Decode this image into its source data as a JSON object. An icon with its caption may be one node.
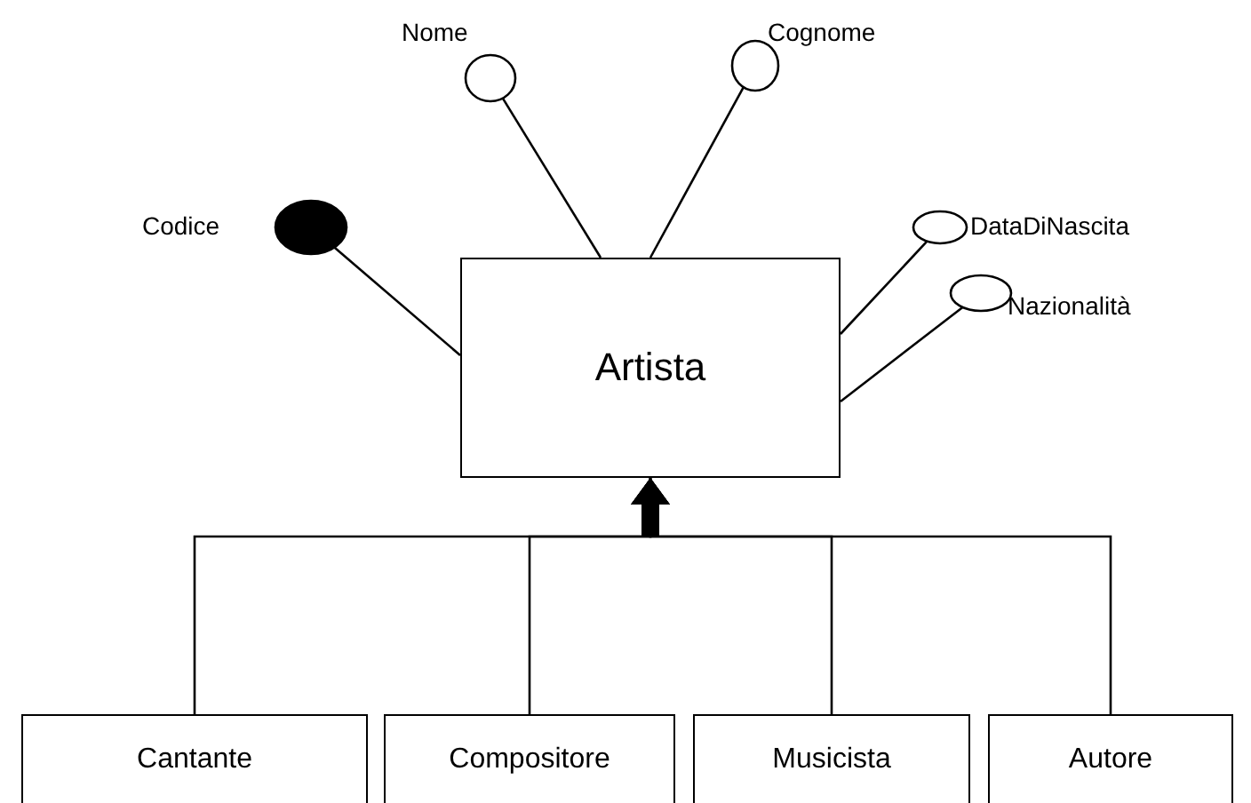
{
  "diagram": {
    "nodes": [
      {
        "text": [
          "Artista"
        ]
      },
      {
        "text": [],
        "shape": "circle",
        "beside": [
          "Nome"
        ]
      },
      {
        "text": [],
        "shape": "circle",
        "beside": [
          "Cognome"
        ]
      },
      {
        "text": [],
        "shape": "circle",
        "beside": [
          "DataDiNascita"
        ]
      },
      {
        "text": [],
        "shape": "circle",
        "beside": [
          "Nazionalità"
        ]
      },
      {
        "text": [],
        "shape": "dot",
        "beside": [
          "Codice"
        ]
      },
      {
        "text": [
          "Cantante"
        ]
      },
      {
        "text": [
          "Compositore"
        ]
      },
      {
        "text": [
          "Musicista"
        ]
      },
      {
        "text": [
          "Autore"
        ]
      }
    ],
    "edges": [
      {
        "from": 1,
        "to": 0,
        "arrow": "none"
      },
      {
        "from": 2,
        "to": 0,
        "arrow": "none"
      },
      {
        "from": 3,
        "to": 0,
        "arrow": "none"
      },
      {
        "from": 4,
        "to": 0,
        "arrow": "none"
      },
      {
        "from": 5,
        "to": 0,
        "arrow": "none"
      },
      {
        "from": 6,
        "to": 0,
        "arrow": "to"
      },
      {
        "from": 7,
        "to": 0,
        "arrow": "to"
      },
      {
        "from": 8,
        "to": 0,
        "arrow": "to"
      },
      {
        "from": 9,
        "to": 0,
        "arrow": "to"
      }
    ]
  }
}
